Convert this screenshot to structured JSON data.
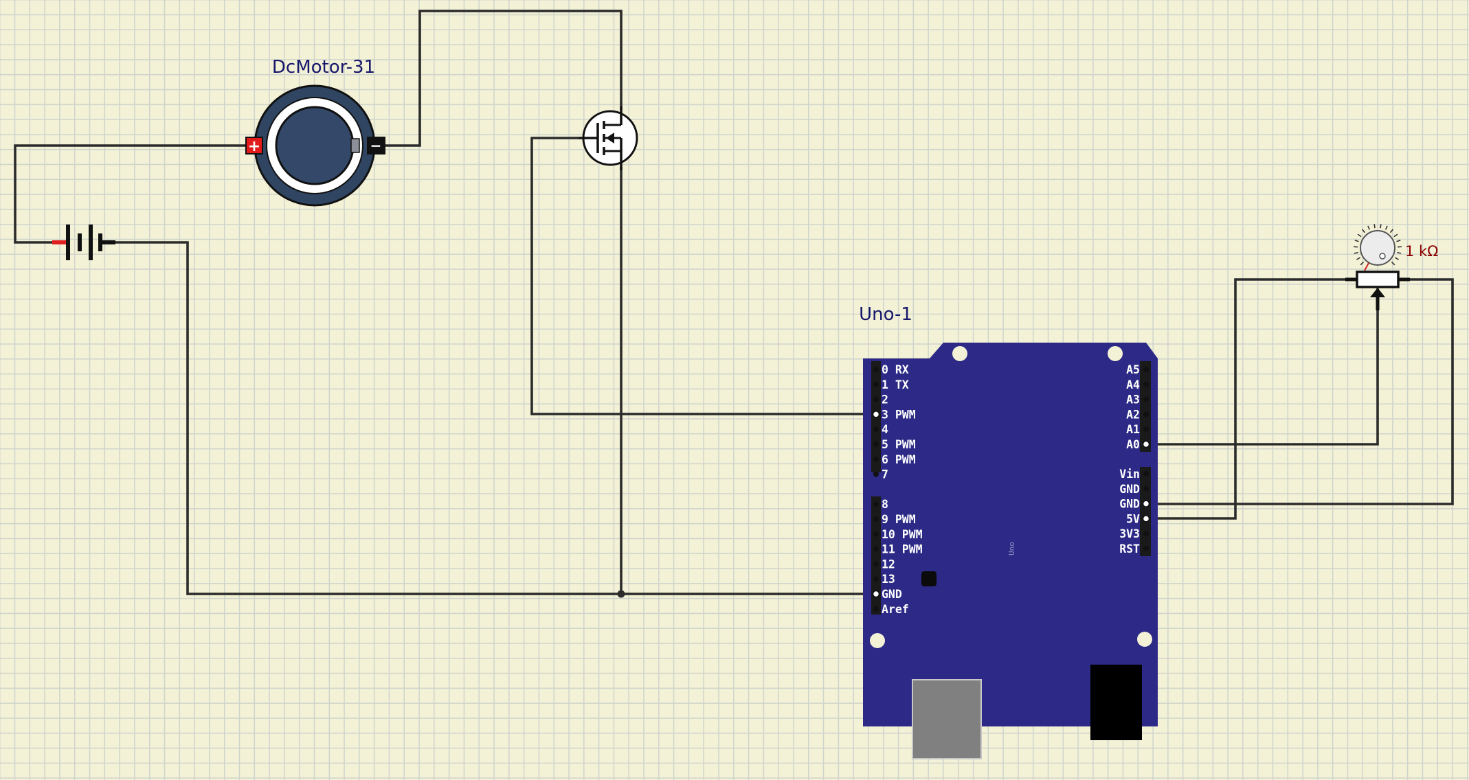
{
  "components": {
    "motor": {
      "label": "DcMotor-31",
      "plus": "+",
      "minus": "−"
    },
    "arduino": {
      "label": "Uno-1",
      "board_text": "Uno",
      "left_pins": [
        "0 RX",
        "1 TX",
        "2",
        "3 PWM",
        "4",
        "5 PWM",
        "6 PWM",
        "7",
        "8",
        "9 PWM",
        "10 PWM",
        "11 PWM",
        "12",
        "13",
        "GND",
        "Aref"
      ],
      "right_analog_pins": [
        "A5",
        "A4",
        "A3",
        "A2",
        "A1",
        "A0"
      ],
      "right_power_pins": [
        "Vin",
        "GND",
        "GND",
        "5V",
        "3V3",
        "RST"
      ]
    },
    "potentiometer": {
      "value": "1 kΩ"
    }
  },
  "colors": {
    "background": "#f3f1d6",
    "grid": "#cfd4cc",
    "wire": "#2b2b2b",
    "board": "#2c2a86",
    "label": "#17176b",
    "pot_label": "#8b0000",
    "battery_positive": "#e02020"
  }
}
